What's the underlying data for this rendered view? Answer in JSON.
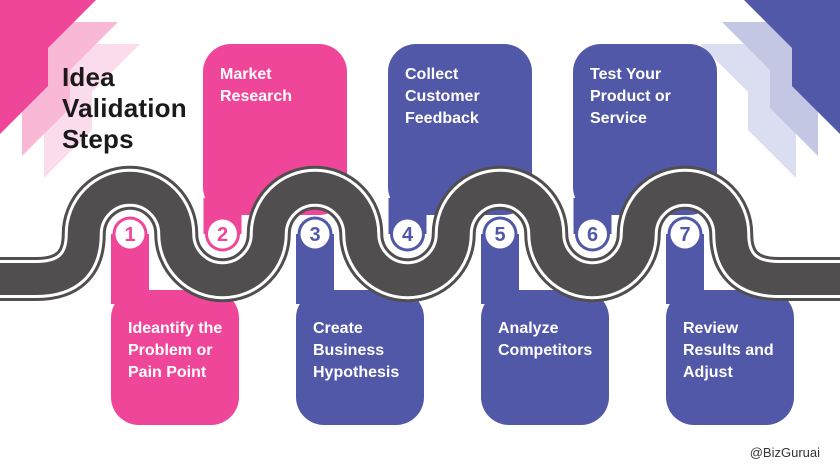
{
  "title": {
    "line1": "Idea",
    "line2": "Validation",
    "line3": "Steps"
  },
  "steps": [
    {
      "number": "1",
      "label": "Ideantify the Problem or Pain Point",
      "color": "pink",
      "position": "bottom"
    },
    {
      "number": "2",
      "label": "Market Research",
      "color": "pink",
      "position": "top"
    },
    {
      "number": "3",
      "label": "Create Business Hypothesis",
      "color": "blue",
      "position": "bottom"
    },
    {
      "number": "4",
      "label": "Collect Customer Feedback",
      "color": "blue",
      "position": "top"
    },
    {
      "number": "5",
      "label": "Analyze Competitors",
      "color": "blue",
      "position": "bottom"
    },
    {
      "number": "6",
      "label": "Test Your Product or Service",
      "color": "blue",
      "position": "top"
    },
    {
      "number": "7",
      "label": "Review Results and Adjust",
      "color": "blue",
      "position": "bottom"
    }
  ],
  "footer": {
    "handle": "@BizGuruai"
  },
  "colors": {
    "pink": "#F04699",
    "pink_light": "#F8B8D6",
    "pink_lighter": "#FBDCEC",
    "blue": "#5158A7",
    "blue_light": "#C3C7E3",
    "blue_lighter": "#DBDEF0",
    "road": "#514E50",
    "text_dark": "#1B191C",
    "card_text": "#FFFFFF"
  }
}
